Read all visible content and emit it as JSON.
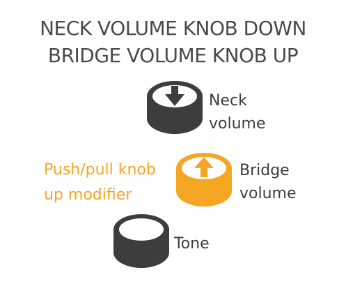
{
  "title": {
    "line1": "NECK VOLUME KNOB DOWN",
    "line2": "BRIDGE VOLUME KNOB UP"
  },
  "knobs": [
    {
      "id": "neck",
      "label_line1": "Neck",
      "label_line2": "volume",
      "icon": "arrow-down-icon",
      "color": "#3d3d3d"
    },
    {
      "id": "bridge",
      "label_line1": "Bridge",
      "label_line2": "volume",
      "icon": "arrow-up-icon",
      "color": "#f5a623"
    },
    {
      "id": "tone",
      "label_line1": "Tone",
      "icon": "none",
      "color": "#3d3d3d"
    }
  ],
  "modifier": {
    "line1": "Push/pull knob",
    "line2": "up modifier",
    "color": "#f5a623"
  }
}
